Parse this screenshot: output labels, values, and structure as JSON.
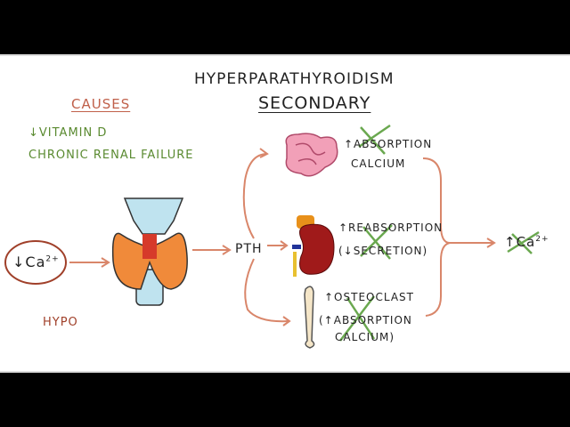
{
  "title": "HYPERPARATHYROIDISM",
  "subtitle": "SECONDARY",
  "causes": {
    "heading": "CAUSES",
    "items": [
      "↓VITAMIN D",
      "CHRONIC RENAL FAILURE"
    ]
  },
  "input": {
    "label": "↓Ca",
    "superscript": "2+",
    "caption": "HYPO"
  },
  "hormone": "PTH",
  "effects": {
    "intestine": [
      "↑ABSORPTION",
      "CALCIUM"
    ],
    "kidney": [
      "↑REABSORPTION",
      "(↓SECRETION)"
    ],
    "bone": [
      "↑OSTEOCLAST",
      "(↑ABSORPTION",
      "CALCIUM)"
    ]
  },
  "result": {
    "label": "↑Ca",
    "superscript": "2+"
  },
  "colors": {
    "arrow": "#d9866a",
    "cross": "#6aa84f",
    "causes": "#c0604a",
    "green_text": "#5a8a30"
  }
}
